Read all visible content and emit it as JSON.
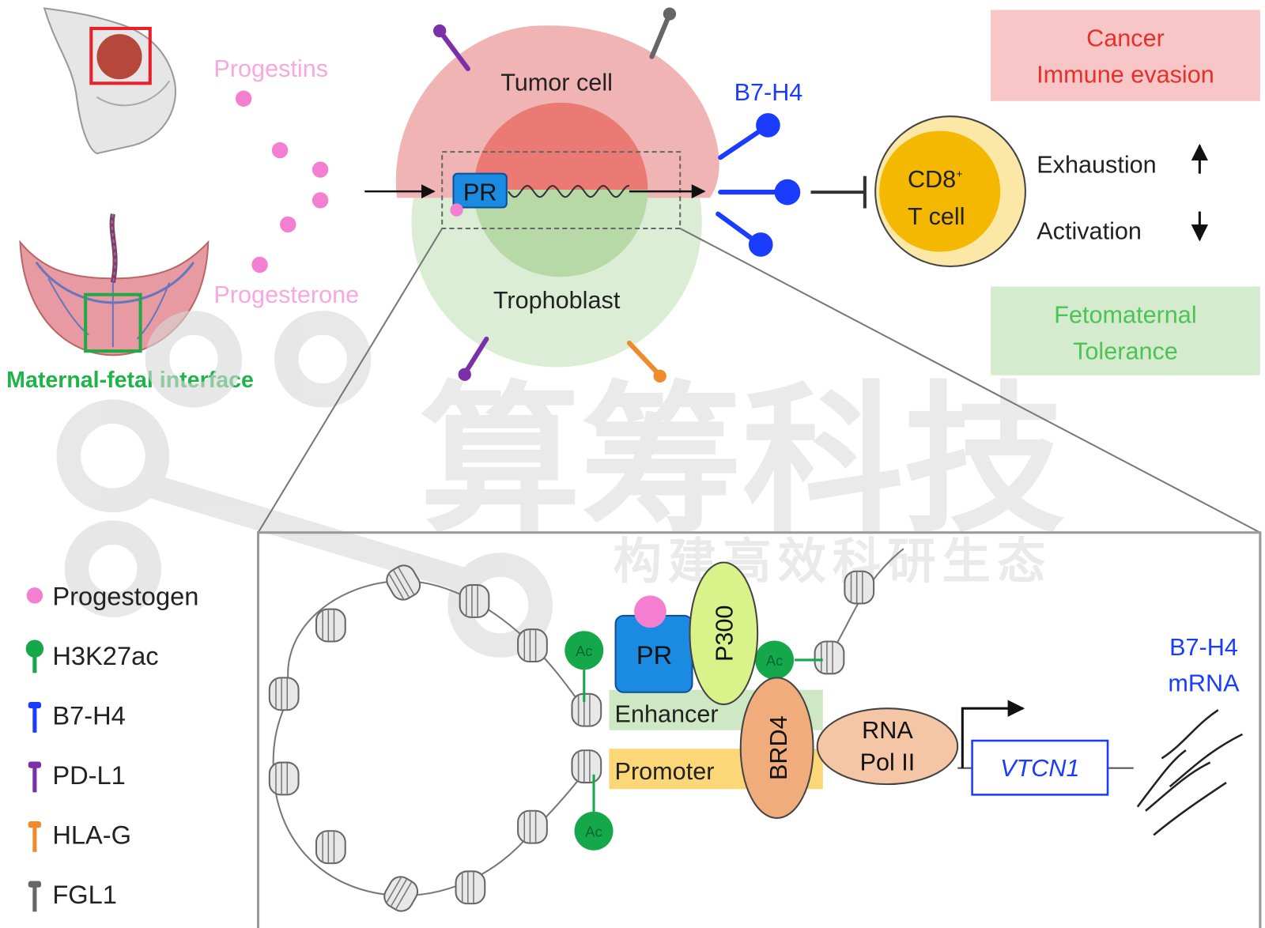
{
  "top": {
    "progestins": "Progestins",
    "progesterone": "Progesterone",
    "maternal_fetal": "Maternal-fetal interface",
    "tumor_cell": "Tumor cell",
    "trophoblast": "Trophoblast",
    "pr": "PR",
    "b7h4": "B7-H4",
    "cd8": "CD8",
    "cd8_sup": "+",
    "t_cell": "T cell",
    "exhaustion": "Exhaustion",
    "activation": "Activation",
    "cancer_line1": "Cancer",
    "cancer_line2": "Immune evasion",
    "feto_line1": "Fetomaternal",
    "feto_line2": "Tolerance"
  },
  "legend": [
    {
      "label": "Progestogen",
      "color": "#f47fd0"
    },
    {
      "label": "H3K27ac",
      "color": "#14a84a"
    },
    {
      "label": "B7-H4",
      "color": "#1a3cff"
    },
    {
      "label": "PD-L1",
      "color": "#7b2fa8"
    },
    {
      "label": "HLA-G",
      "color": "#f08a2c"
    },
    {
      "label": "FGL1",
      "color": "#666666"
    }
  ],
  "detail": {
    "ac": "Ac",
    "pr": "PR",
    "p300": "P300",
    "enhancer": "Enhancer",
    "promoter": "Promoter",
    "brd4": "BRD4",
    "rna_line1": "RNA",
    "rna_line2": "Pol II",
    "vtcn1": "VTCN1",
    "mrna_line1": "B7-H4",
    "mrna_line2": "mRNA"
  },
  "watermark": {
    "main": "算筹科技",
    "sub": "构建高效科研生态"
  },
  "colors": {
    "pink": "#f7a8e0",
    "green_text": "#1fb34a",
    "blue": "#1a3cff",
    "red_text": "#e8302a"
  }
}
